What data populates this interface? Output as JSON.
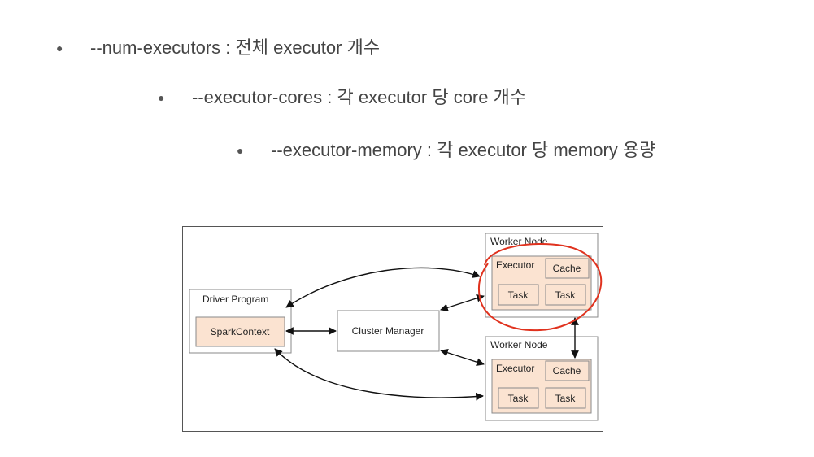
{
  "bullets": [
    {
      "text": "--num-executors : 전체 executor 개수"
    },
    {
      "text": "--executor-cores : 각 executor 당 core 개수"
    },
    {
      "text": "--executor-memory : 각 executor 당 memory 용량"
    }
  ],
  "diagram": {
    "driver_program": "Driver Program",
    "spark_context": "SparkContext",
    "cluster_manager": "Cluster Manager",
    "worker_nodes": [
      {
        "label": "Worker Node",
        "executor": "Executor",
        "cache": "Cache",
        "tasks": [
          "Task",
          "Task"
        ]
      },
      {
        "label": "Worker Node",
        "executor": "Executor",
        "cache": "Cache",
        "tasks": [
          "Task",
          "Task"
        ]
      }
    ],
    "colors": {
      "box_fill": "#fbe3d1",
      "box_stroke": "#8a8a8a",
      "highlight": "#e0321e"
    }
  }
}
